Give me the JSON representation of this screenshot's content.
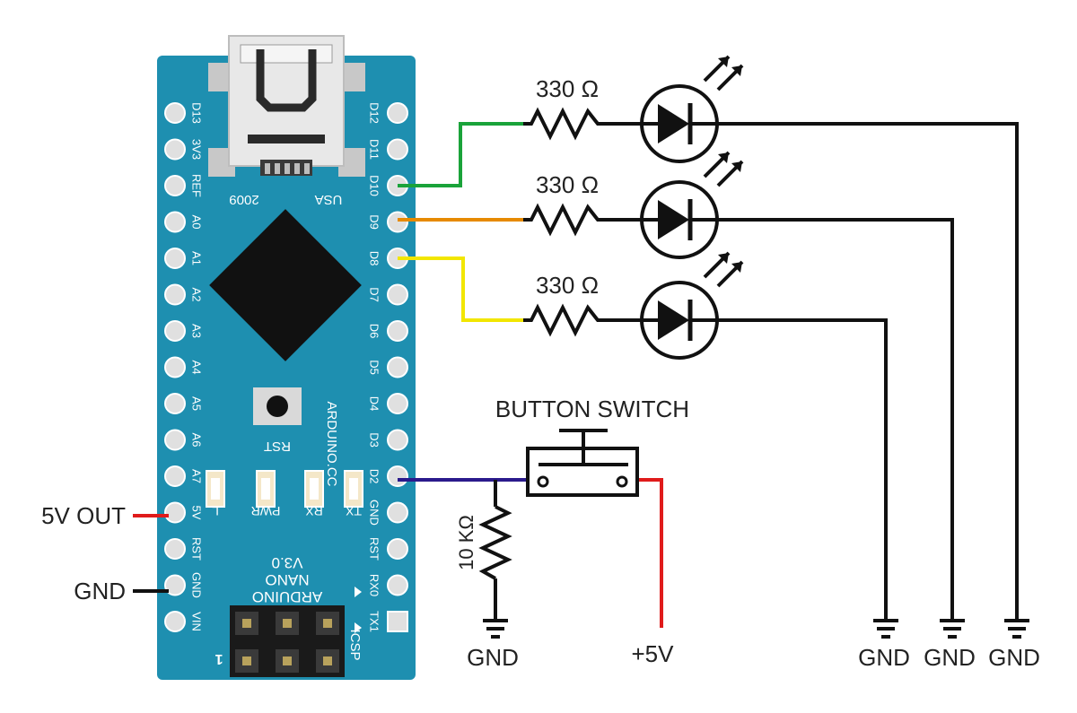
{
  "board": {
    "name_line1": "ARDUINO",
    "name_line2": "NANO",
    "version": "V3.0",
    "year": "2009",
    "country": "USA",
    "site": "ARDUINO.CC",
    "rst_button": "RST",
    "icsp": "ICSP",
    "icsp_pin1": "1",
    "leds": [
      "L",
      "PWR",
      "RX",
      "TX"
    ],
    "left_pins": [
      "D13",
      "3V3",
      "REF",
      "A0",
      "A1",
      "A2",
      "A3",
      "A4",
      "A5",
      "A6",
      "A7",
      "5V",
      "RST",
      "GND",
      "VIN"
    ],
    "right_pins": [
      "D12",
      "D11",
      "D10",
      "D9",
      "D8",
      "D7",
      "D6",
      "D5",
      "D4",
      "D3",
      "D2",
      "GND",
      "RST",
      "RX0",
      "TX1"
    ],
    "color": "#1e8fb0"
  },
  "labels": {
    "out5v": "5V OUT",
    "gnd_left": "GND",
    "button": "BUTTON SWITCH",
    "pulldown": "10 KΩ",
    "gnd_pulldown": "GND",
    "plus5v": "+5V",
    "gnd_led1": "GND",
    "gnd_led2": "GND",
    "gnd_led3": "GND"
  },
  "resistors": [
    "330 Ω",
    "330 Ω",
    "330 Ω"
  ],
  "wires": {
    "d10": "#1aa33a",
    "d9": "#e68a00",
    "d8": "#f2e600",
    "d2": "#2a1a8c",
    "power": "#e01b1b",
    "ground": "#111111"
  }
}
